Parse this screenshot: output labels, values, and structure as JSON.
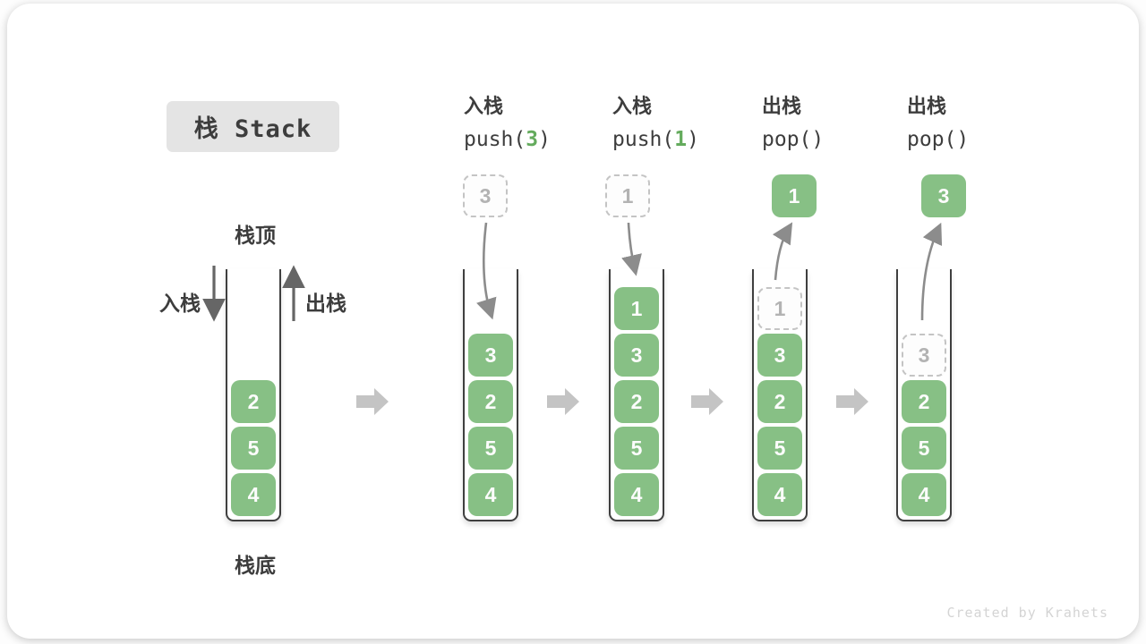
{
  "title": "栈 Stack",
  "stack_labels": {
    "top": "栈顶",
    "bottom": "栈底",
    "push": "入栈",
    "pop": "出栈"
  },
  "columns": [
    {
      "op": "入栈",
      "fn": "push(",
      "arg": "3",
      "close": ")"
    },
    {
      "op": "入栈",
      "fn": "push(",
      "arg": "1",
      "close": ")"
    },
    {
      "op": "出栈",
      "fn": "pop(",
      "arg": "",
      "close": ")"
    },
    {
      "op": "出栈",
      "fn": "pop(",
      "arg": "",
      "close": ")"
    }
  ],
  "stacks": [
    {
      "items": [
        {
          "value": "2"
        },
        {
          "value": "5"
        },
        {
          "value": "4"
        }
      ]
    },
    {
      "items": [
        {
          "value": "3"
        },
        {
          "value": "2"
        },
        {
          "value": "5"
        },
        {
          "value": "4"
        }
      ]
    },
    {
      "items": [
        {
          "value": "1"
        },
        {
          "value": "3"
        },
        {
          "value": "2"
        },
        {
          "value": "5"
        },
        {
          "value": "4"
        }
      ]
    },
    {
      "items": [
        {
          "value": "1",
          "ghost": true
        },
        {
          "value": "3"
        },
        {
          "value": "2"
        },
        {
          "value": "5"
        },
        {
          "value": "4"
        }
      ]
    },
    {
      "items": [
        {
          "value": "3",
          "ghost": true
        },
        {
          "value": "2"
        },
        {
          "value": "5"
        },
        {
          "value": "4"
        }
      ]
    }
  ],
  "floating_boxes": [
    {
      "style": "dashed",
      "value": "3"
    },
    {
      "style": "dashed",
      "value": "1"
    },
    {
      "style": "solid",
      "value": "1"
    },
    {
      "style": "solid",
      "value": "3"
    }
  ],
  "watermark": "Created by Krahets",
  "colors": {
    "box_green": "#87c085",
    "code_green": "#64ab5d",
    "container_border": "#3f3f3f",
    "step_arrow": "#c4c4c4",
    "flow_arrow": "#8c8c8c",
    "side_arrow": "#666666",
    "ghost_border": "#c4c4c4",
    "ghost_text": "#b3b3b3",
    "title_bg": "#e4e4e4",
    "text": "#3d3d3d",
    "watermark": "#d4d4d4"
  }
}
